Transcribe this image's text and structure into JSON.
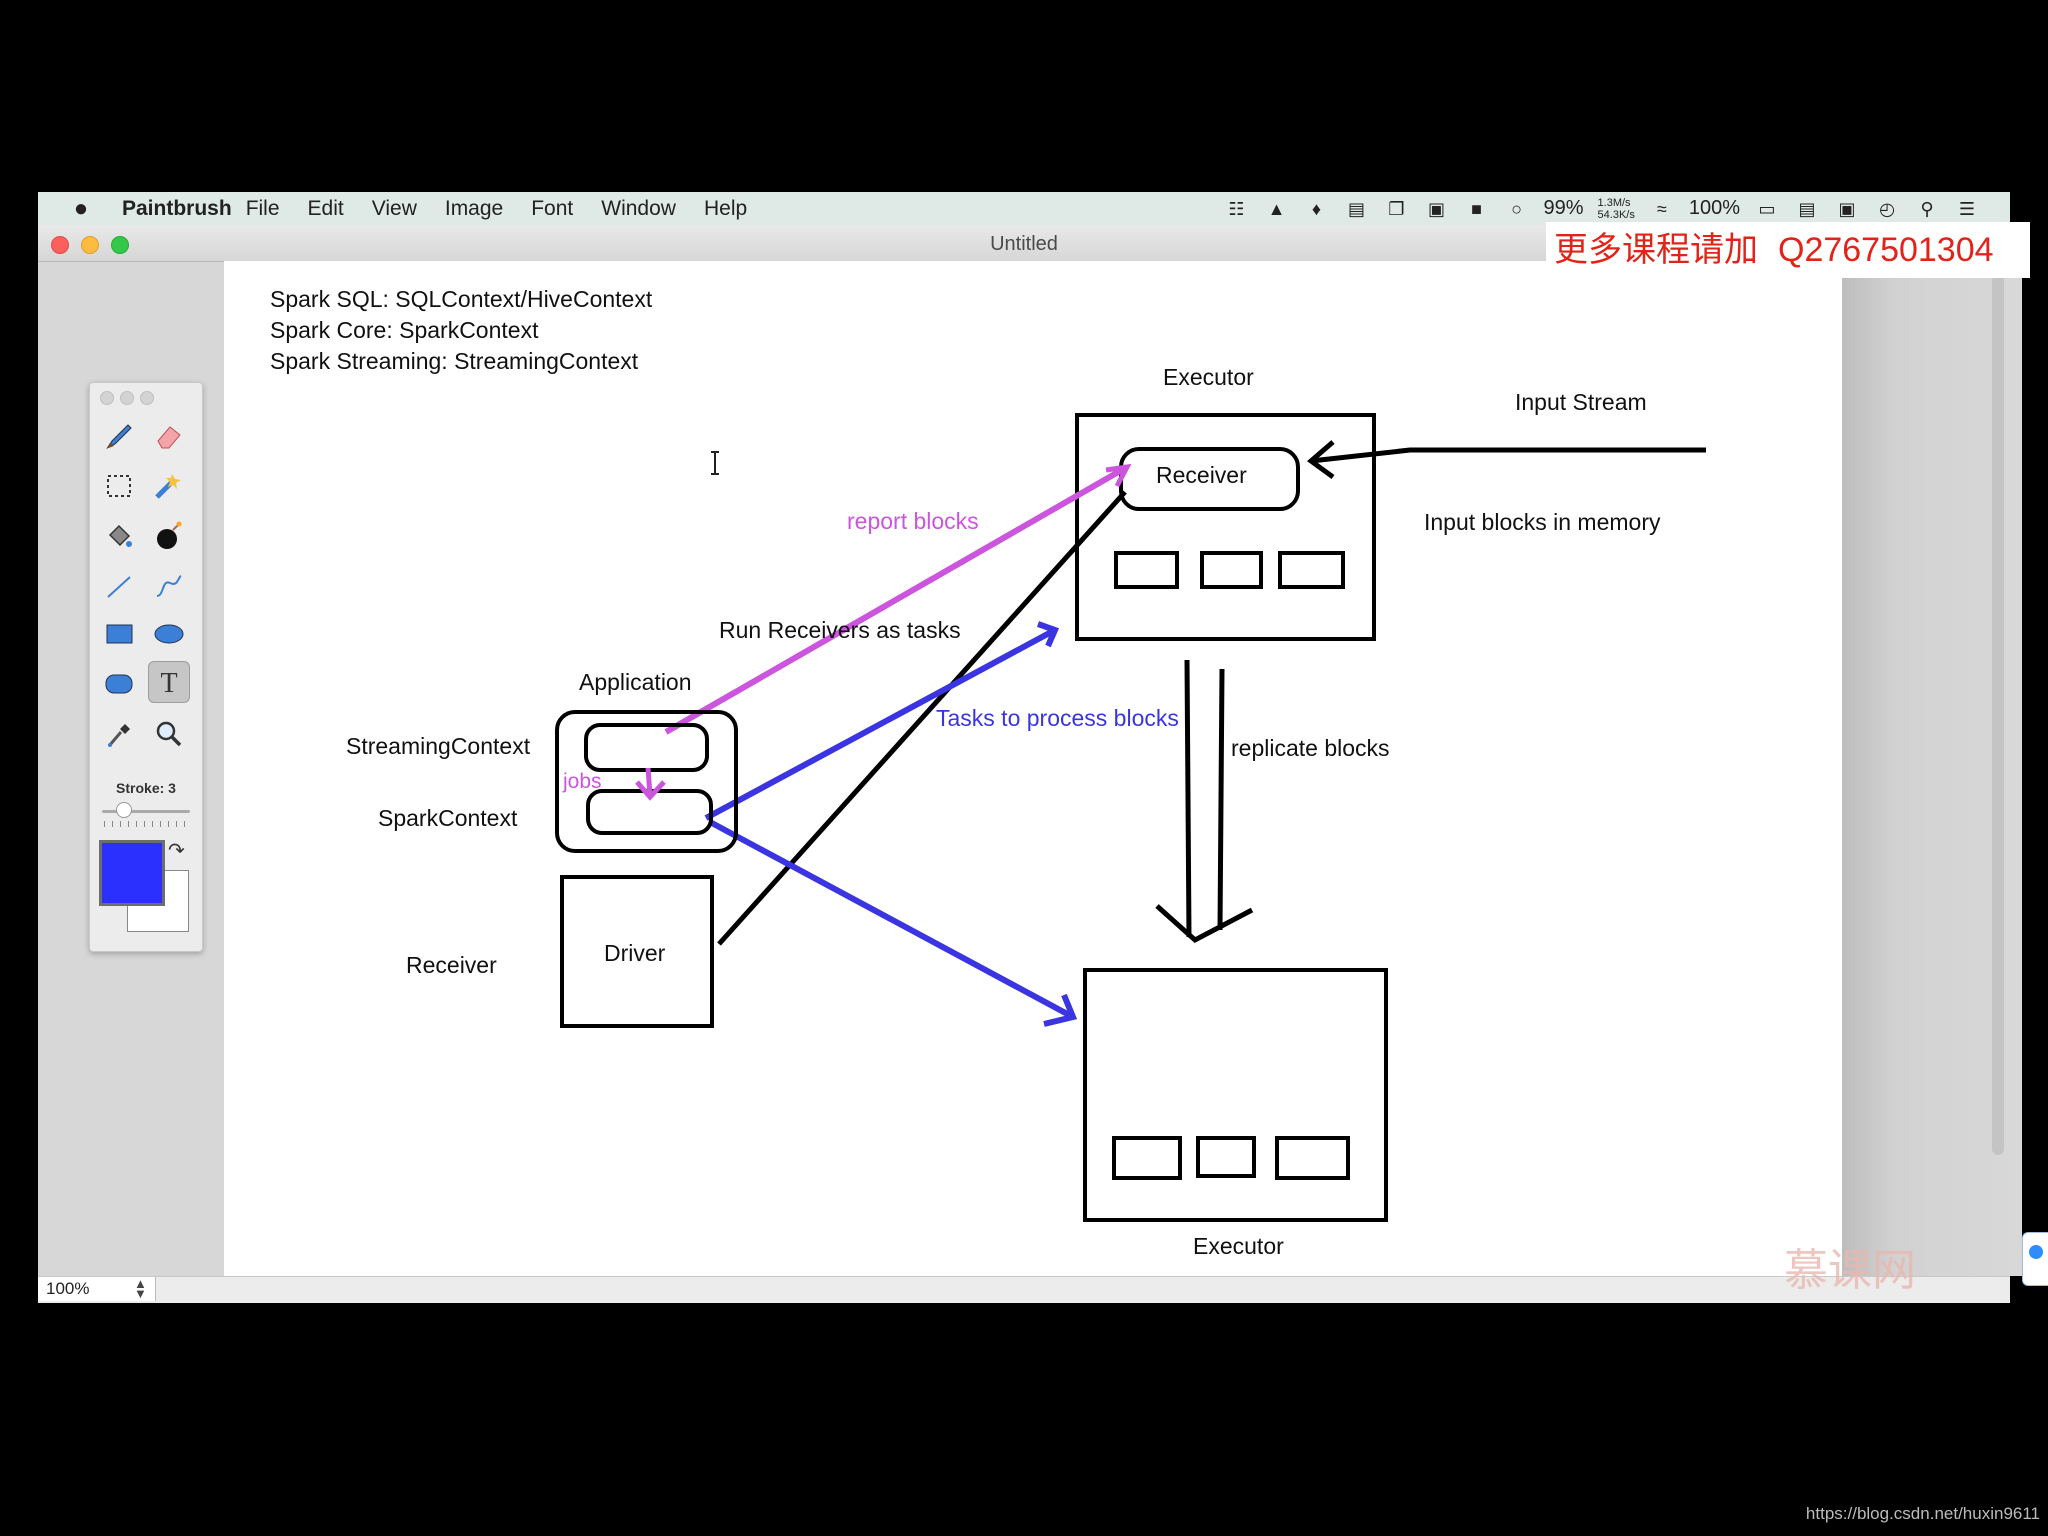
{
  "menubar": {
    "app_name": "Paintbrush",
    "menus": [
      "File",
      "Edit",
      "View",
      "Image",
      "Font",
      "Window",
      "Help"
    ],
    "status": {
      "battery_small": "99%",
      "net_up": "1.3M/s",
      "net_down": "54.3K/s",
      "battery": "100%"
    }
  },
  "window": {
    "title": "Untitled",
    "zoom": "100%"
  },
  "palette": {
    "stroke_label": "Stroke: 3",
    "tools": [
      "brush-tool",
      "eraser-tool",
      "rect-select-tool",
      "lasso-fill-tool",
      "paint-bucket-tool",
      "bomb-tool",
      "line-tool",
      "curve-tool",
      "rectangle-tool",
      "ellipse-tool",
      "rounded-rect-tool",
      "text-tool",
      "eyedropper-tool",
      "zoom-tool"
    ],
    "selected_tool": "text-tool",
    "foreground_color": "#2b30ff",
    "background_color": "#ffffff",
    "icons": {
      "swap": "swap-colors-icon"
    }
  },
  "watermark": {
    "cn": "更多课程请加",
    "qq": "Q2767501304",
    "logo": "慕课网",
    "url": "https://blog.csdn.net/huxin9611"
  },
  "diagram": {
    "header_lines": [
      "Spark SQL: SQLContext/HiveContext",
      "Spark Core: SparkContext",
      "Spark Streaming: StreamingContext"
    ],
    "executor_top": "Executor",
    "receiver_box": "Receiver",
    "input_stream": "Input Stream",
    "input_blocks": "Input blocks in memory",
    "report_blocks": "report blocks",
    "run_receivers": "Run Receivers as tasks",
    "tasks_process": "Tasks to process blocks",
    "replicate_blocks": "replicate blocks",
    "application": "Application",
    "streaming_context": "StreamingContext",
    "spark_context": "SparkContext",
    "jobs": "jobs",
    "receiver_left": "Receiver",
    "driver": "Driver",
    "executor_bottom": "Executor",
    "colors": {
      "ink": "#000000",
      "report": "#cc55dd",
      "tasks": "#3a35e0"
    }
  }
}
